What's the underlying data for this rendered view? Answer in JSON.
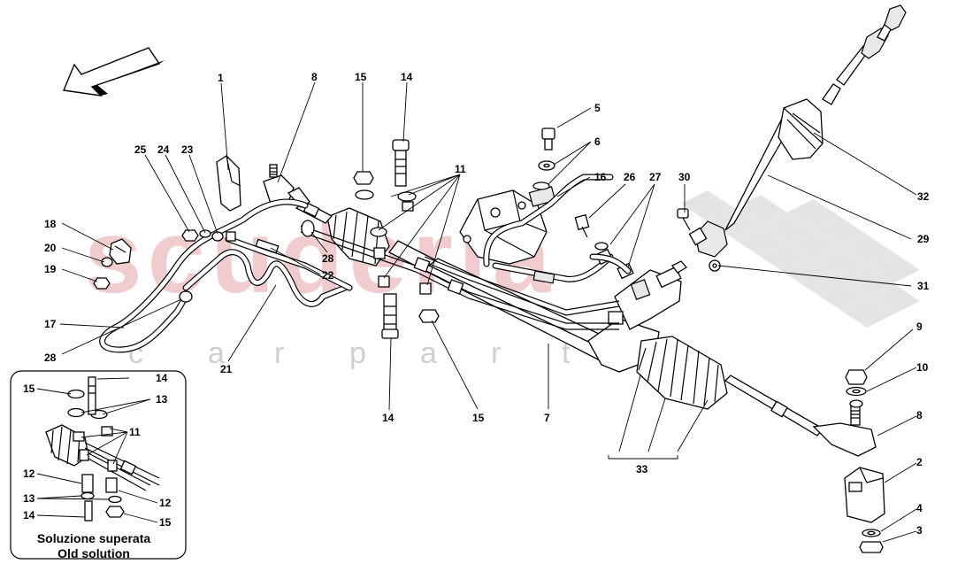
{
  "watermark": {
    "brand": "scuderia",
    "sub": "car parts",
    "color": "#e7a4a8"
  },
  "callouts": {
    "n1": "1",
    "n8a": "8",
    "n15a": "15",
    "n14a": "14",
    "n5": "5",
    "n6": "6",
    "n11": "11",
    "n16": "16",
    "n26": "26",
    "n27": "27",
    "n30": "30",
    "n32": "32",
    "n25": "25",
    "n24": "24",
    "n23": "23",
    "n18": "18",
    "n20": "20",
    "n19": "19",
    "n28a": "28",
    "n22": "22",
    "n17": "17",
    "n28b": "28",
    "n21": "21",
    "n14b": "14",
    "n15b": "15",
    "n7": "7",
    "n29": "29",
    "n31": "31",
    "n9": "9",
    "n10": "10",
    "n8b": "8",
    "n2": "2",
    "n4": "4",
    "n3": "3",
    "n33": "33"
  },
  "inset": {
    "caption_it": "Soluzione superata",
    "caption_en": "Old solution",
    "n15": "15",
    "n14": "14",
    "n13a": "13",
    "n11": "11",
    "n12a": "12",
    "n13b": "13",
    "n12b": "12",
    "n14b": "14",
    "n15b": "15"
  }
}
